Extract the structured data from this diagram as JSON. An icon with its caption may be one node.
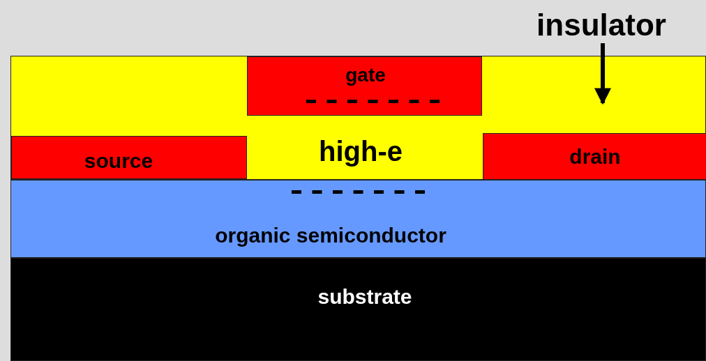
{
  "diagram": {
    "nodes": [
      {
        "text": [
          "high-e"
        ]
      },
      {
        "text": [
          "gate"
        ],
        "in": 0
      },
      {
        "text": [
          "source"
        ],
        "in": 0
      },
      {
        "text": [
          "drain"
        ],
        "in": 0
      },
      {
        "text": [
          "organic semiconductor"
        ]
      },
      {
        "text": [
          "substrate"
        ]
      },
      {
        "text": [
          "insulator"
        ]
      }
    ],
    "edges": [
      {
        "from": 6,
        "to": 0,
        "arrow": "to"
      }
    ]
  }
}
